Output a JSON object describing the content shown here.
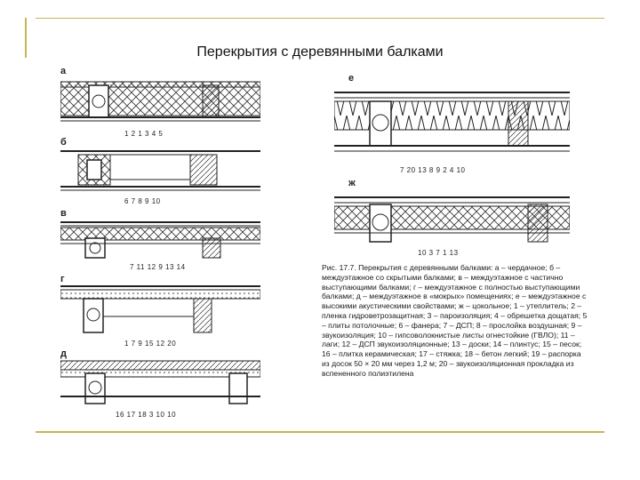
{
  "title": "Перекрытия с деревянными балками",
  "panels": {
    "a": {
      "label": "а",
      "numbers": "1  2  1  3  4  5"
    },
    "b": {
      "label": "б",
      "numbers": "6   7   8   9  10"
    },
    "v": {
      "label": "в",
      "numbers": "7  11  12  9  13  14"
    },
    "g": {
      "label": "г",
      "numbers": "1   7   9  15  12  20"
    },
    "d": {
      "label": "д",
      "numbers": "16  17  18  3  10  10"
    },
    "e": {
      "label": "е",
      "numbers": "7  20  13  8   9   2   4  10"
    },
    "zh": {
      "label": "ж",
      "numbers": "10   3   7   1   13"
    }
  },
  "caption": "Рис. 17.7. Перекрытия с деревянными балками: а – чердачное; б – междуэтажное со скрытыми балками; в – междуэтажное с частично выступающими балками; г – междуэтажное с полностью выступающими балками; д – междуэтажное в «мокрых» помещениях; е – междуэтажное с высокими акустическими свойствами; ж – цокольное; 1 – утеплитель; 2 – пленка гидроветрозащитная; 3 – пароизоляция; 4 – обрешетка дощатая; 5 – плиты потолочные; 6 – фанера; 7 – ДСП; 8 – прослойка воздушная; 9 – звукоизоляция; 10 – гипсоволокнистые листы огнестойкие (ГВЛО); 11 – лаги; 12 – ДСП звукоизоляционные; 13 – доски; 14 – плинтус; 15 – песок; 16 – плитка керамическая; 17 – стяжка; 18 – бетон легкий; 19 – распорка из досок 50 × 20 мм через 1,2 м; 20 – звукоизоляционная прокладка из вспененного полиэтилена"
}
